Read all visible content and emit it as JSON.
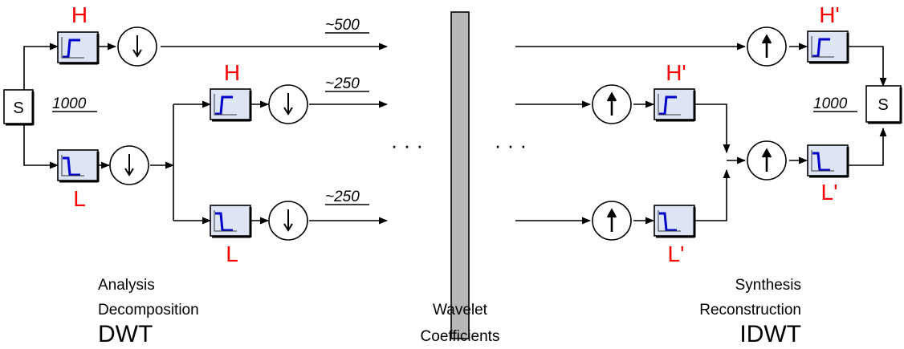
{
  "blocks": {
    "source_label": "S",
    "highpass_label": "H",
    "lowpass_label": "L",
    "recon_highpass_label": "H'",
    "recon_lowpass_label": "L'"
  },
  "signal_lengths": {
    "input": "1000",
    "level1_detail": "~500",
    "level2_detail": "~250",
    "level2_approx": "~250",
    "output": "1000"
  },
  "ellipsis": "· · ·",
  "captions": {
    "analysis_line1": "Analysis",
    "analysis_line2": "Decomposition",
    "analysis_acronym": "DWT",
    "coefficients_line1": "Wavelet",
    "coefficients_line2": "Coefficients",
    "synthesis_line1": "Synthesis",
    "synthesis_line2": "Reconstruction",
    "synthesis_acronym": "IDWT"
  },
  "colors": {
    "filter_line": "#0000cc",
    "label_red": "#ff0000",
    "bar_fill": "#b8b8b8"
  }
}
